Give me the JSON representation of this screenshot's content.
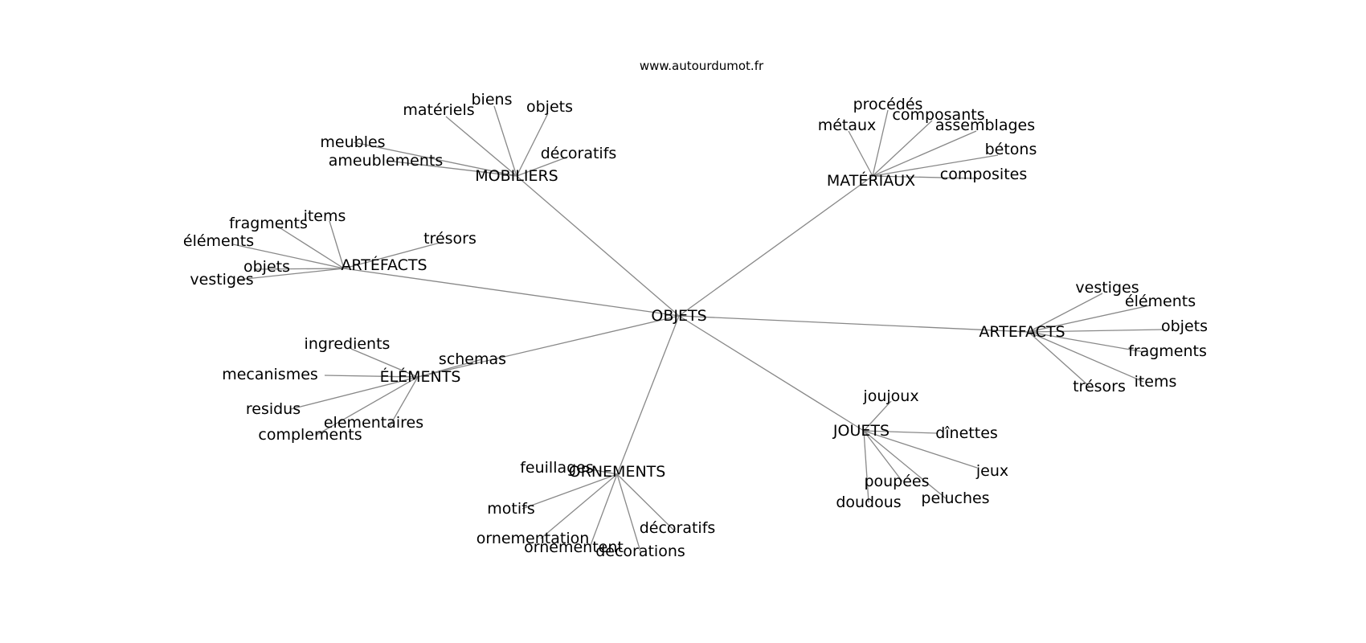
{
  "source": "www.autourdumot.fr",
  "colors": {
    "edge": "#888888",
    "text": "#000000",
    "background": "#ffffff"
  },
  "root": "OBJETS",
  "clusters": [
    {
      "label": "MOBILIERS",
      "words": [
        "matériels",
        "biens",
        "objets",
        "meubles",
        "ameublements",
        "décoratifs"
      ]
    },
    {
      "label": "MATÉRIAUX",
      "words": [
        "procédés",
        "métaux",
        "composants",
        "assemblages",
        "bétons",
        "composites"
      ]
    },
    {
      "label": "ARTÉFACTS",
      "words": [
        "items",
        "fragments",
        "éléments",
        "trésors",
        "objets",
        "vestiges"
      ]
    },
    {
      "label": "ARTEFACTS",
      "words": [
        "vestiges",
        "éléments",
        "objets",
        "fragments",
        "items",
        "trésors"
      ]
    },
    {
      "label": "ÉLÉMENTS",
      "words": [
        "ingredients",
        "schemas",
        "mecanismes",
        "residus",
        "elementaires",
        "complements"
      ]
    },
    {
      "label": "JOUETS",
      "words": [
        "joujoux",
        "dînettes",
        "jeux",
        "poupées",
        "peluches",
        "doudous"
      ]
    },
    {
      "label": "ORNEMENTS",
      "words": [
        "feuillages",
        "motifs",
        "ornementation",
        "ornementent",
        "décorations",
        "décoratifs"
      ]
    }
  ]
}
